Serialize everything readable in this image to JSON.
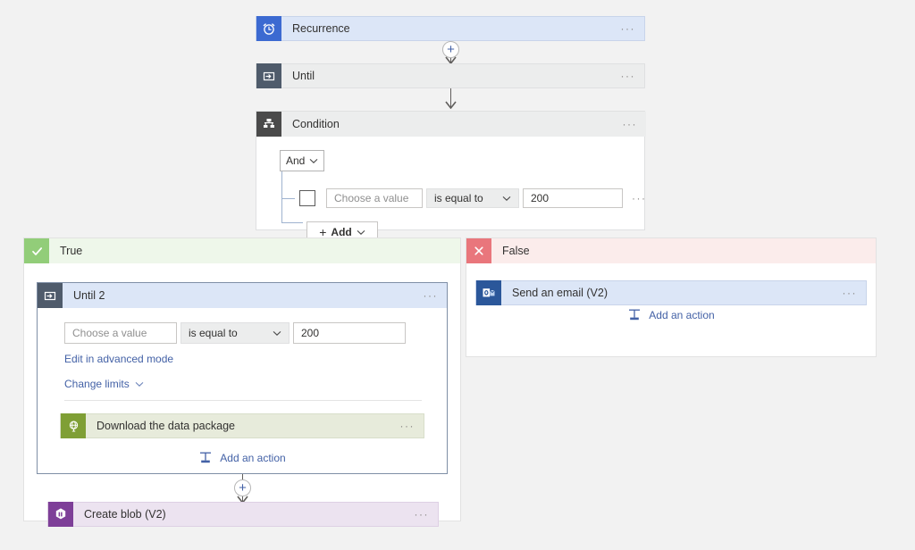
{
  "canvas": {
    "background": "#f2f2f2"
  },
  "flow": {
    "trigger": {
      "name": "recurrence-card",
      "title": "Recurrence",
      "icon": "alarm-clock-icon",
      "icon_color": "#3c6ad1",
      "card_color": "#dce6f7",
      "overflow": "···"
    },
    "until": {
      "name": "until-card",
      "title": "Until",
      "icon": "loop-icon",
      "icon_color": "#4f5b6b",
      "card_color": "#eceded",
      "overflow": "···"
    },
    "condition": {
      "title": "Condition",
      "icon": "condition-branch-icon",
      "icon_color": "#4a4a4a",
      "overflow": "···",
      "operator_dropdown": "And",
      "chevron": "⌄",
      "row": {
        "value_placeholder": "Choose a value",
        "comparator": "is equal to",
        "compare_value": "200",
        "overflow": "···"
      },
      "add_button": "Add",
      "add_plus": "+"
    }
  },
  "branches": {
    "true": {
      "label": "True",
      "icon": "checkmark-icon",
      "icon_color": "#92cd79",
      "header_color": "#eef7ea",
      "until2": {
        "title": "Until 2",
        "icon": "loop-icon",
        "icon_color": "#4f5b6b",
        "overflow": "···",
        "value_placeholder": "Choose a value",
        "comparator": "is equal to",
        "compare_value": "200",
        "advanced_link": "Edit in advanced mode",
        "change_limits": "Change limits",
        "chevron": "⌄",
        "action": {
          "title": "Download the data package",
          "icon": "globe-icon",
          "icon_color": "#7f9f35",
          "card_color": "#e7ebdb",
          "overflow": "···"
        },
        "add_action": "Add an action",
        "add_action_icon": "insert-action-icon"
      }
    },
    "false": {
      "label": "False",
      "icon": "close-x-icon",
      "icon_color": "#e9767c",
      "header_color": "#fbeceb",
      "action": {
        "title": "Send an email (V2)",
        "icon": "outlook-icon",
        "icon_color": "#2b579a",
        "card_color": "#dce6f7",
        "overflow": "···"
      },
      "add_action": "Add an action",
      "add_action_icon": "insert-action-icon"
    }
  },
  "after_condition": {
    "title": "Create blob (V2)",
    "icon": "azure-blob-icon",
    "icon_color": "#7e3f98",
    "card_color": "#ece3f0",
    "overflow": "···"
  },
  "connectors": {
    "insert_plus": "+"
  }
}
